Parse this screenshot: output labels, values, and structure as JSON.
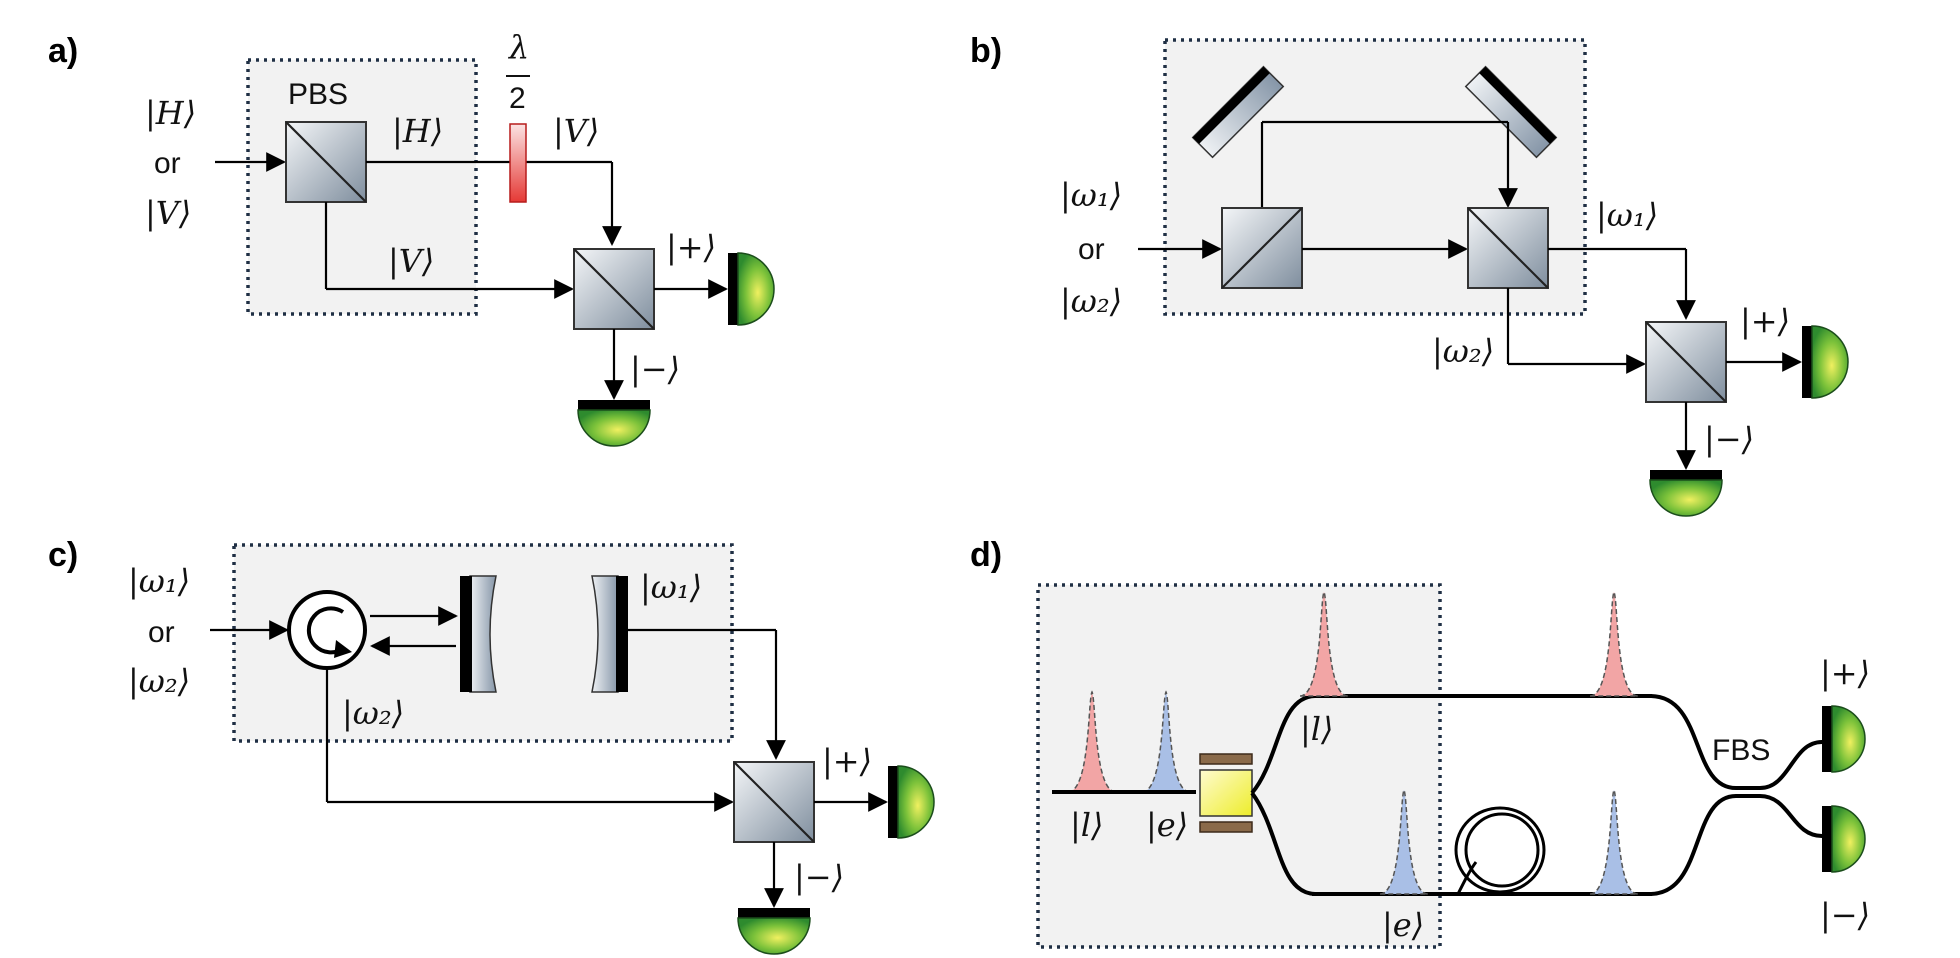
{
  "panels": {
    "a": {
      "label": "a)",
      "input_top": "|H⟩",
      "input_or": "or",
      "input_bottom": "|V⟩",
      "pbs": "PBS",
      "waveplate_num": "λ",
      "waveplate_den": "2",
      "upper_H": "|H⟩",
      "after_wp": "|V⟩",
      "lower_V": "|V⟩",
      "out_plus": "|+⟩",
      "out_minus": "|−⟩"
    },
    "b": {
      "label": "b)",
      "input_top": "|ω₁⟩",
      "input_or": "or",
      "input_bottom": "|ω₂⟩",
      "out_w1": "|ω₁⟩",
      "out_w2": "|ω₂⟩",
      "out_plus": "|+⟩",
      "out_minus": "|−⟩"
    },
    "c": {
      "label": "c)",
      "input_top": "|ω₁⟩",
      "input_or": "or",
      "input_bottom": "|ω₂⟩",
      "out_w1": "|ω₁⟩",
      "out_w2": "|ω₂⟩",
      "out_plus": "|+⟩",
      "out_minus": "|−⟩"
    },
    "d": {
      "label": "d)",
      "pulse_l": "|l⟩",
      "pulse_e": "|e⟩",
      "upper_l": "|l⟩",
      "lower_e": "|e⟩",
      "fbs": "FBS",
      "out_plus": "|+⟩",
      "out_minus": "|−⟩"
    }
  },
  "colors": {
    "detector": "#5fb82e",
    "late_pulse": "#f2a5a5",
    "early_pulse": "#a9bfe6",
    "waveplate": "#e53935",
    "eom": "#f5f542",
    "box_fill": "#f2f2f2",
    "box_border": "#1f2f44"
  }
}
